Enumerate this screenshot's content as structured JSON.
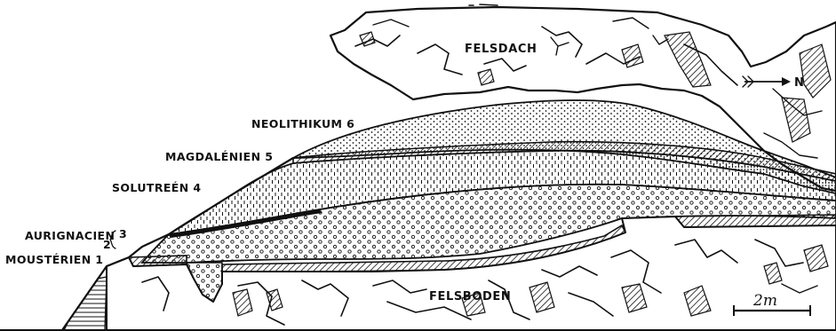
{
  "labels": {
    "roof": "FELSDACH",
    "floor": "FELSBODEN",
    "north": "N",
    "scale": "2m",
    "layer_6": "NEOLITHIKUM 6",
    "layer_5": "MAGDALÉNIEN 5",
    "layer_4": "SOLUTREÉN 4",
    "layer_3": "AURIGNACIEN",
    "layer_2": "2",
    "layer_3_num": "3",
    "layer_1": "MOUSTÉRIEN 1"
  }
}
